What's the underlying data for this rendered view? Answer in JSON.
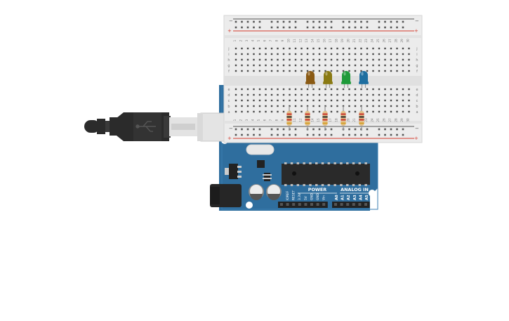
{
  "arduino": {
    "power_label": "POWER",
    "analog_label": "ANALOG IN",
    "power_pins": [
      "IOREF",
      "RESET",
      "3.3V",
      "5V",
      "GND",
      "GND",
      "Vin"
    ],
    "analog_pins": [
      "A0",
      "A1",
      "A2",
      "A3",
      "A4",
      "A5"
    ]
  },
  "breadboard": {
    "rail_plus": "+",
    "rail_minus": "−",
    "top_rows": [
      "j",
      "i",
      "h",
      "g",
      "f"
    ],
    "bottom_rows": [
      "e",
      "d",
      "c",
      "b",
      "a"
    ],
    "columns": 30
  },
  "leds": [
    {
      "color": "#8a5a14"
    },
    {
      "color": "#8a7a14"
    },
    {
      "color": "#1f9a3a"
    },
    {
      "color": "#1f6fa0"
    }
  ],
  "resistors": {
    "count": 5,
    "band_colors": [
      "#c8302a",
      "#222222",
      "#c8302a",
      "#d4a028"
    ]
  },
  "colors": {
    "board_blue": "#2f6e9e",
    "breadboard": "#eeeeee",
    "rail_red": "#d33a2c",
    "rail_dark": "#555555",
    "cable": "#2b2b2b"
  }
}
